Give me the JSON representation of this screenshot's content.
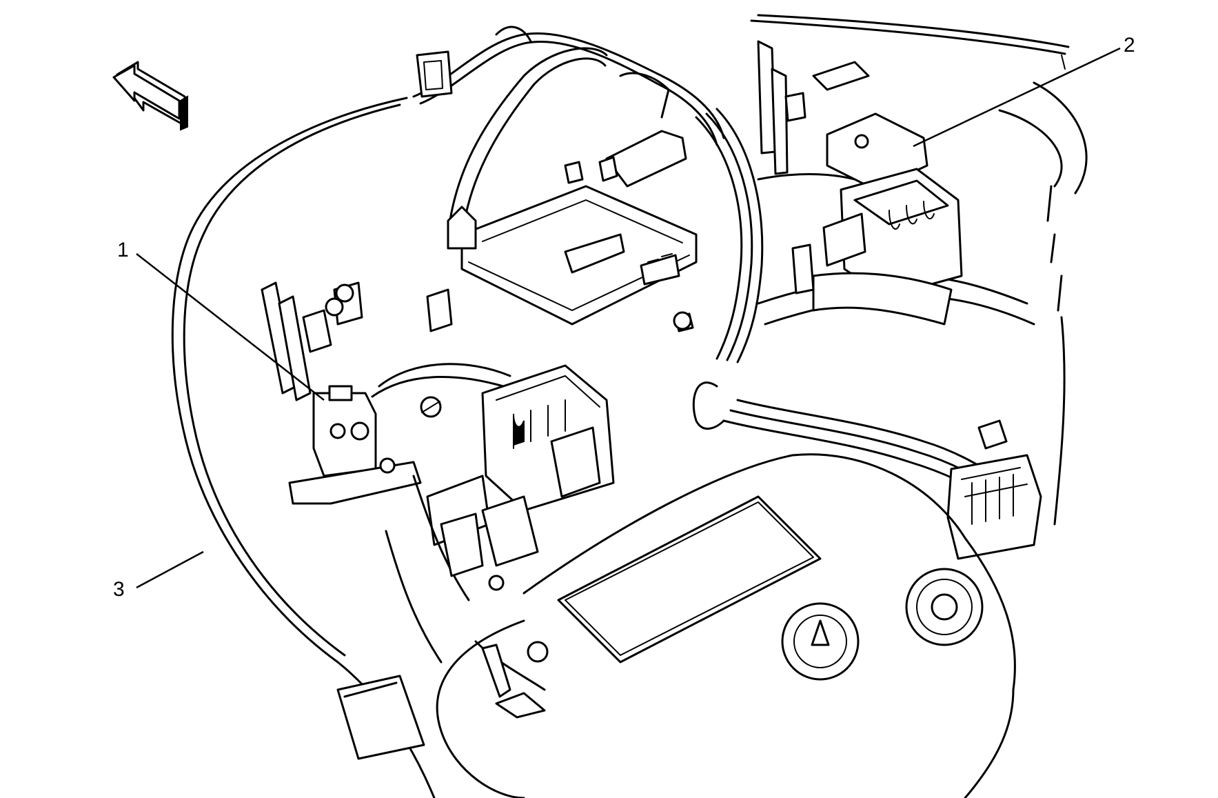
{
  "callouts": [
    {
      "id": "1",
      "label": "1"
    },
    {
      "id": "2",
      "label": "2"
    },
    {
      "id": "3",
      "label": "3"
    }
  ],
  "icons": {
    "direction_arrow": "forward-arrow-icon"
  },
  "colors": {
    "line": "#000000",
    "background": "#ffffff"
  }
}
